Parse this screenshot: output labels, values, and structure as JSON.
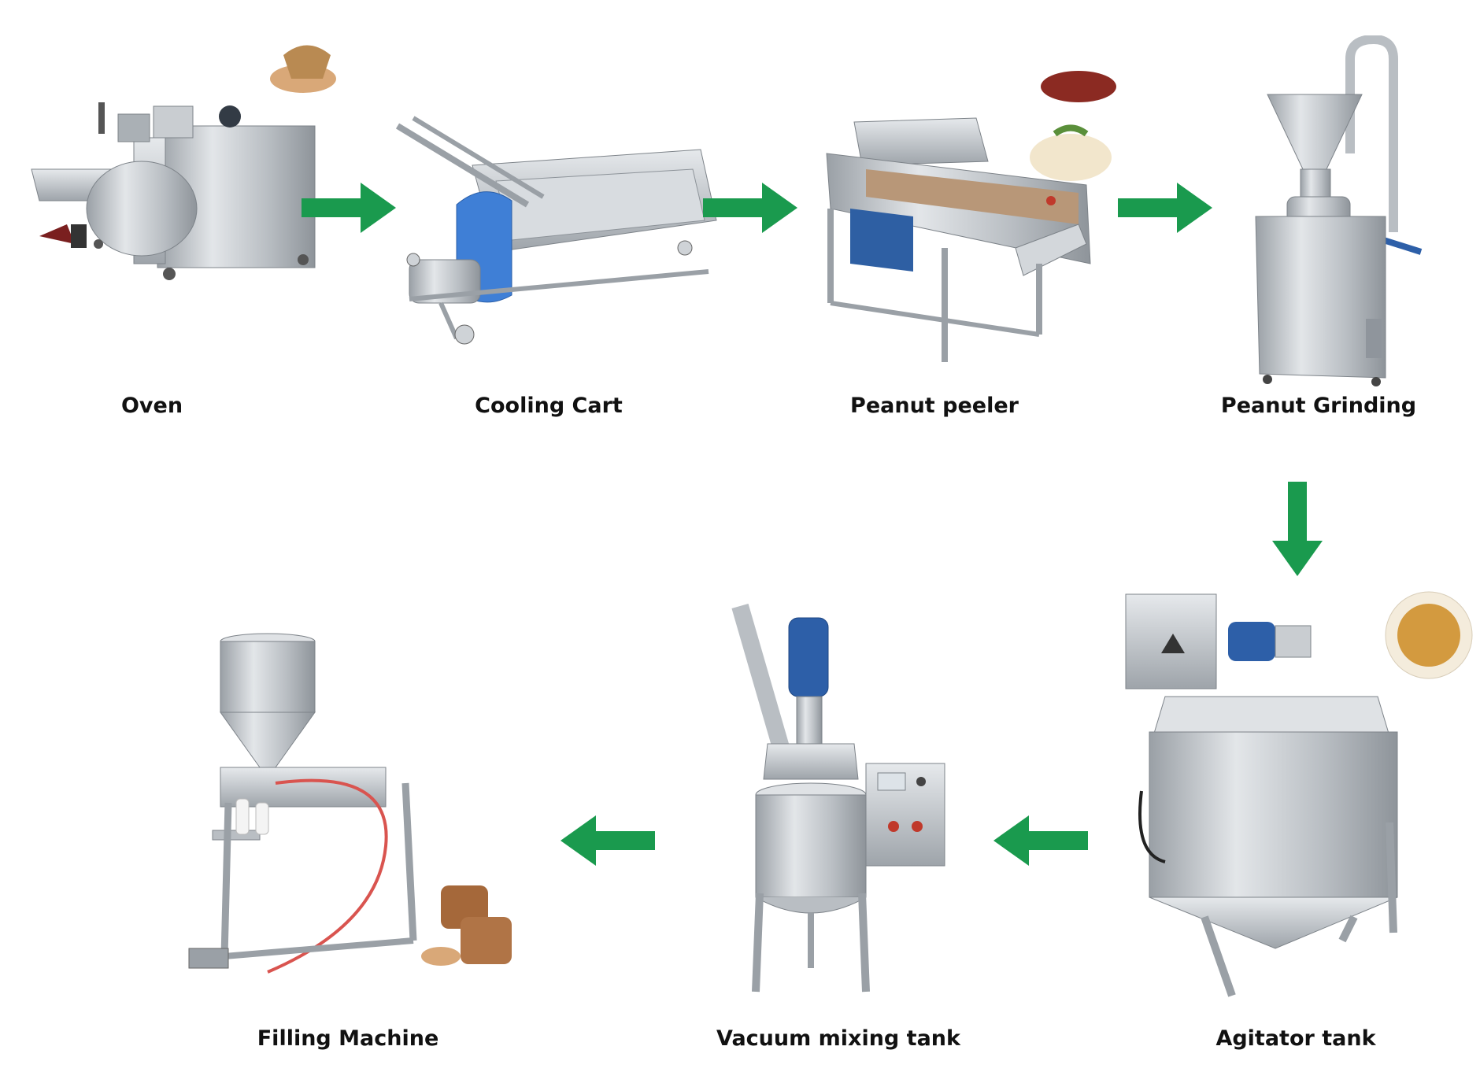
{
  "colors": {
    "arrow": "#1a9a4e",
    "steel": "#c4c8cc",
    "steel_dark": "#8f959c",
    "motor_blue": "#2d5fa8"
  },
  "steps": [
    {
      "id": "oven",
      "label": "Oven"
    },
    {
      "id": "cooling-cart",
      "label": "Cooling Cart"
    },
    {
      "id": "peanut-peeler",
      "label": "Peanut peeler"
    },
    {
      "id": "peanut-grinding",
      "label": "Peanut Grinding"
    },
    {
      "id": "agitator-tank",
      "label": "Agitator tank"
    },
    {
      "id": "vacuum-mixing-tank",
      "label": "Vacuum mixing tank"
    },
    {
      "id": "filling-machine",
      "label": "Filling Machine"
    }
  ],
  "flow": [
    [
      "Oven",
      "Cooling Cart"
    ],
    [
      "Cooling Cart",
      "Peanut peeler"
    ],
    [
      "Peanut peeler",
      "Peanut Grinding"
    ],
    [
      "Peanut Grinding",
      "Agitator tank"
    ],
    [
      "Agitator tank",
      "Vacuum mixing tank"
    ],
    [
      "Vacuum mixing tank",
      "Filling Machine"
    ]
  ]
}
